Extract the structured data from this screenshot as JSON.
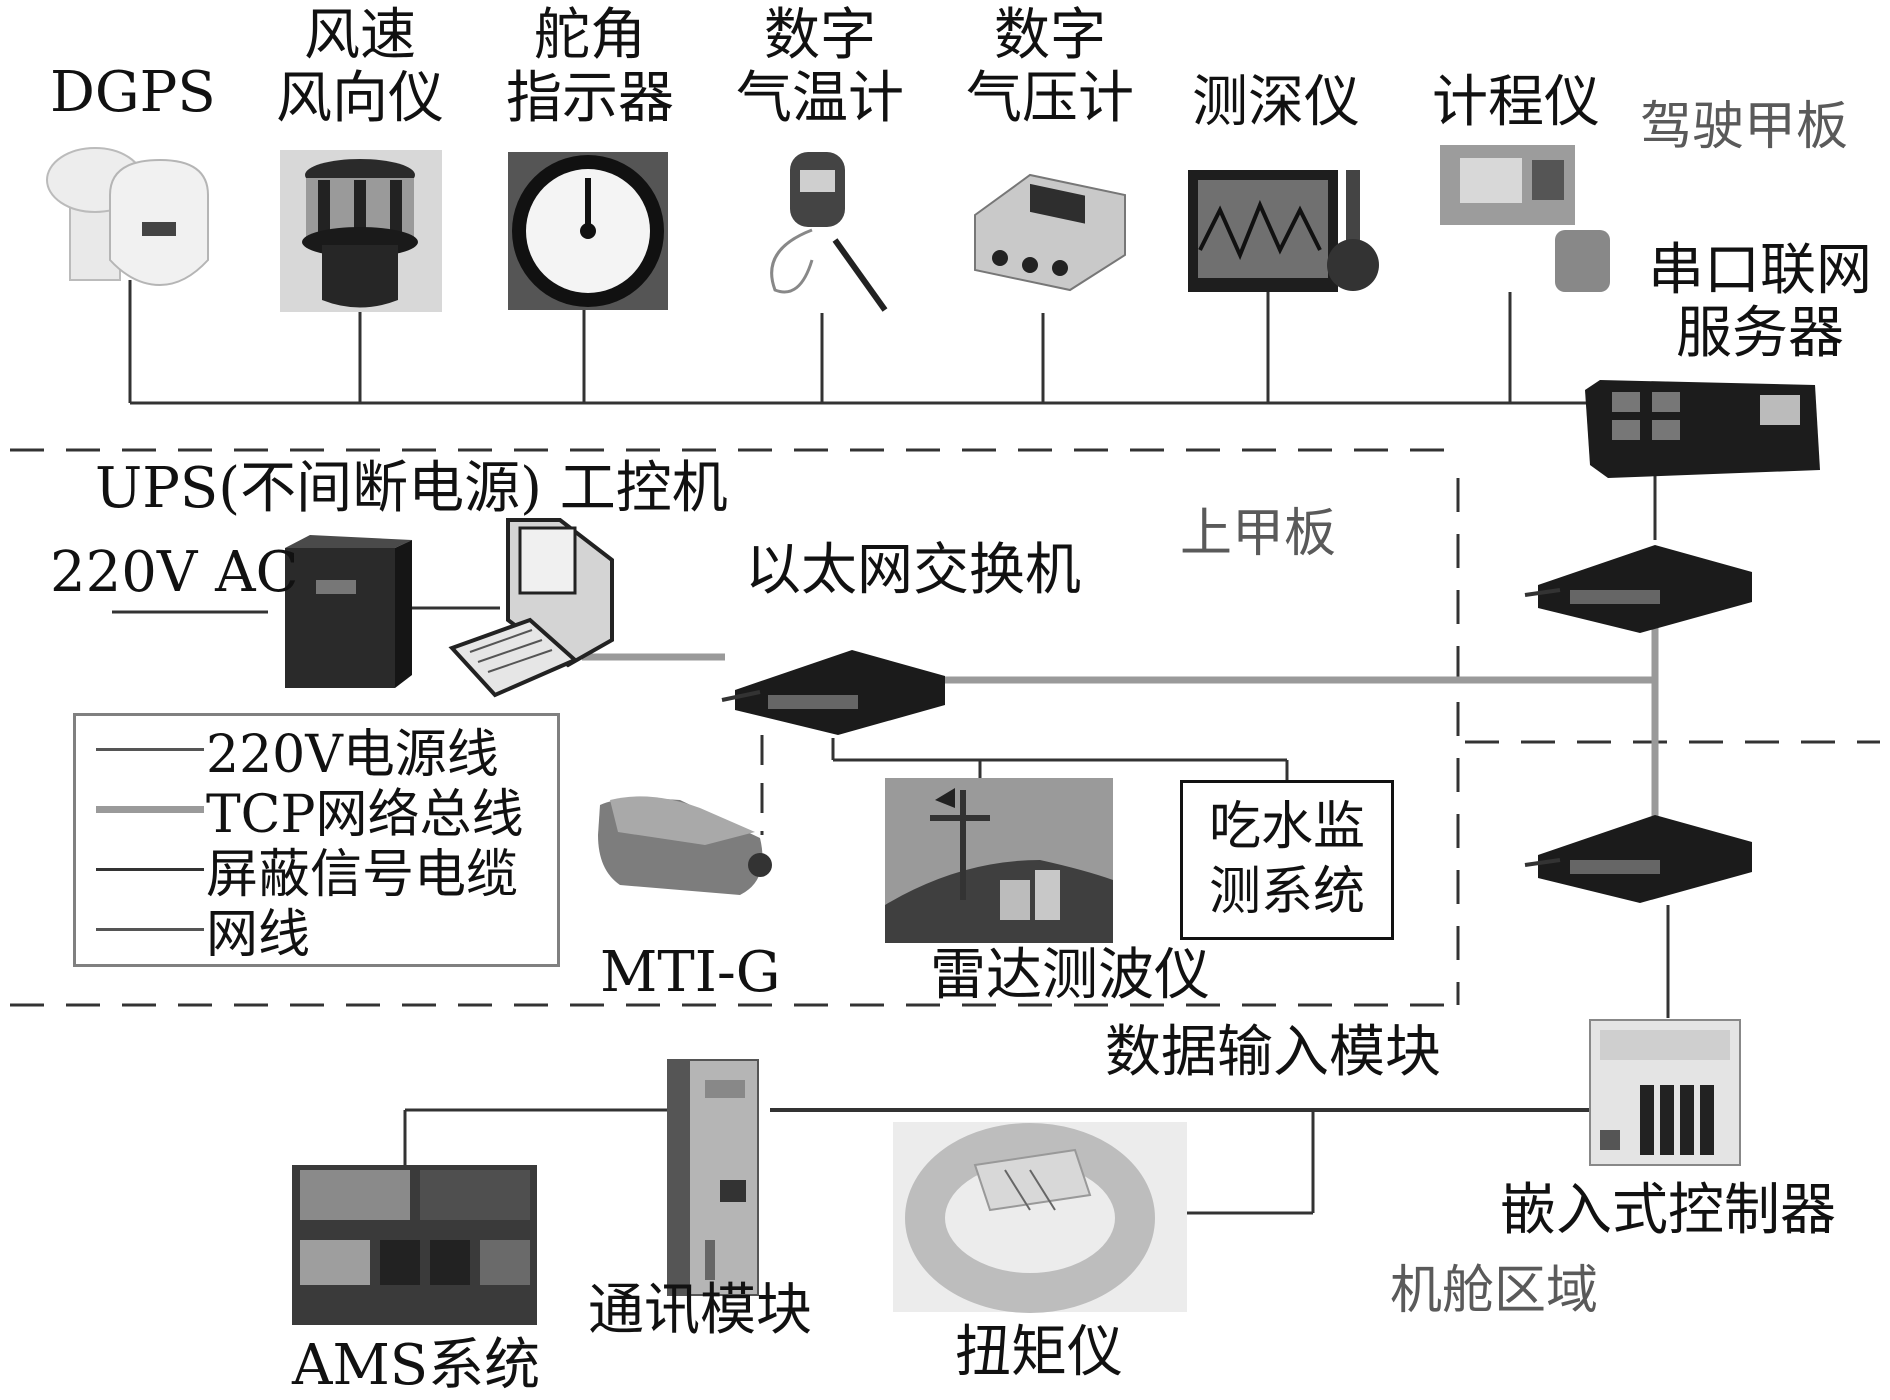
{
  "devices": {
    "dgps": "DGPS",
    "wind": [
      "风速",
      "风向仪"
    ],
    "rudder": [
      "舵角",
      "指示器"
    ],
    "thermo": [
      "数字",
      "气温计"
    ],
    "baro": [
      "数字",
      "气压计"
    ],
    "sounder": "测深仪",
    "log": "计程仪",
    "serial_server": [
      "串口联网",
      "服务器"
    ],
    "ups": "UPS(不间断电源) 工控机",
    "ac": "220V AC",
    "switch": "以太网交换机",
    "mti": "MTI-G",
    "radar": "雷达测波仪",
    "draft": "吃水监测系统",
    "data_input": "数据输入模块",
    "embedded": "嵌入式控制器",
    "comm": "通讯模块",
    "torque": "扭矩仪",
    "ams": "AMS系统"
  },
  "zones": {
    "bridge": "驾驶甲板",
    "upper": "上甲板",
    "engine": "机舱区域"
  },
  "legend": [
    {
      "label": "220V电源线",
      "color": "#555555",
      "width": 3
    },
    {
      "label": "TCP网络总线",
      "color": "#9a9a9a",
      "width": 7
    },
    {
      "label": "屏蔽信号电缆",
      "color": "#333333",
      "width": 3
    },
    {
      "label": "网线",
      "color": "#555555",
      "width": 3
    }
  ],
  "colors": {
    "signal_line": "#333333",
    "tcp_bus": "#9a9a9a",
    "dashed_border": "#333333",
    "device_dark": "#1e1e1e",
    "device_light": "#e6e6e6"
  }
}
